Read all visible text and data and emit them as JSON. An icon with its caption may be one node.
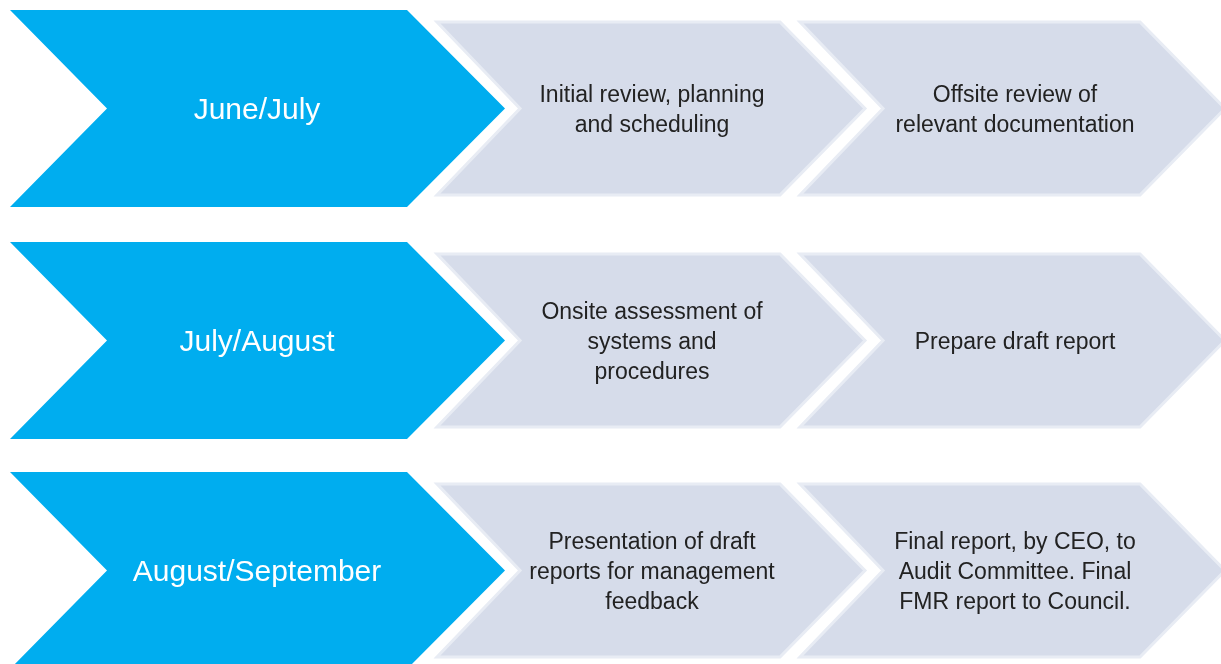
{
  "diagram": {
    "nodes": [
      {
        "text": [
          "June/July"
        ]
      },
      {
        "text": [
          "Initial review, planning and scheduling"
        ]
      },
      {
        "text": [
          "Offsite review of relevant documentation"
        ]
      },
      {
        "text": [
          "July/August"
        ]
      },
      {
        "text": [
          "Onsite assessment of systems and procedures"
        ]
      },
      {
        "text": [
          "Prepare draft report"
        ]
      },
      {
        "text": [
          "August/September"
        ]
      },
      {
        "text": [
          "Presentation of draft reports for management feedback"
        ]
      },
      {
        "text": [
          "Final report, by CEO, to Audit Committee. Final FMR report to Council."
        ]
      }
    ]
  }
}
